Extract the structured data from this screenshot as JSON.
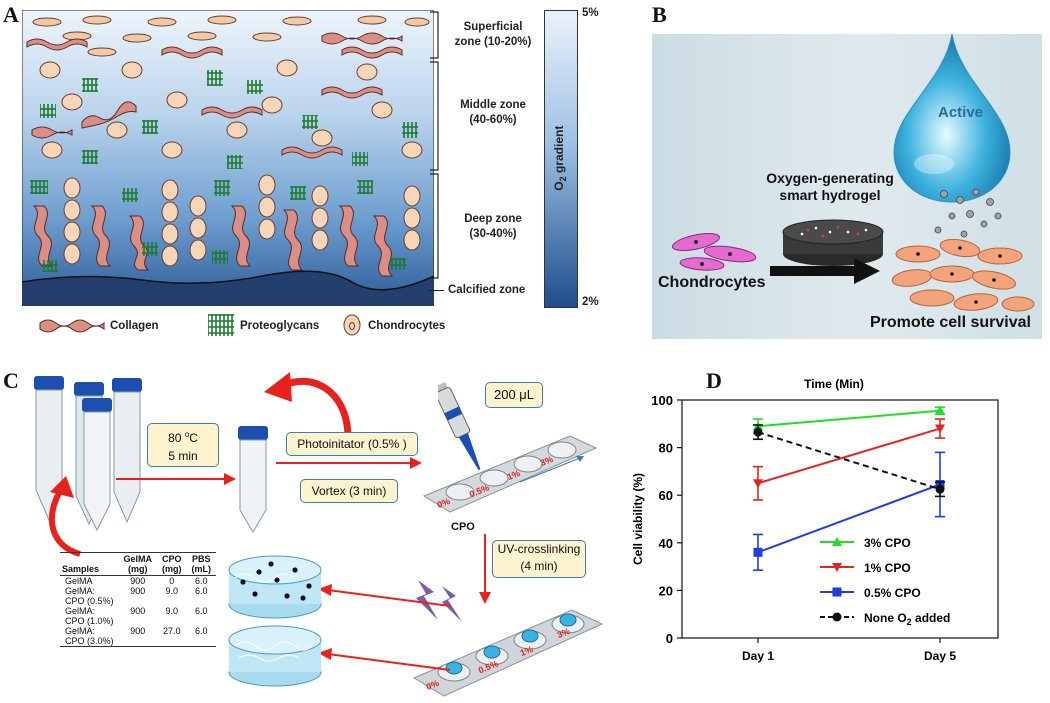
{
  "panels": {
    "a": {
      "label": "A",
      "zones": [
        {
          "name": "Superficial\nzone (10-20%)"
        },
        {
          "name": "Middle zone\n(40-60%)"
        },
        {
          "name": "Deep zone\n(30-40%)"
        },
        {
          "name": "Calcified zone"
        }
      ],
      "gradient": {
        "top": "5%",
        "bottom": "2%",
        "label": "O2 gradient",
        "label_main": "O",
        "label_sub": "2",
        "label_rest": " gradient"
      },
      "legend": [
        "Collagen",
        "Proteoglycans",
        "Chondrocytes"
      ]
    },
    "b": {
      "label": "B",
      "drop_label": "Active",
      "hydrogel_label": "Oxygen-generating\nsmart hydrogel",
      "cells_label": "Chondrocytes",
      "result_label": "Promote cell survival"
    },
    "c": {
      "label": "C",
      "step1": "80 °C\n5 min",
      "step1_line1": "80 ",
      "step1_sup": "o",
      "step1_unit": "C",
      "step1_line2": "5 min",
      "step2": "Photoinitator (0.5% )",
      "step3": "Vortex (3 min)",
      "volume": "200 μL",
      "cpo_label": "CPO",
      "uv_label": "UV-crosslinking\n(4 min)",
      "well_labels_top": [
        "0%",
        "0.5%",
        "1%",
        "3%"
      ],
      "well_labels_bottom": [
        "0%",
        "0.5%",
        "1%",
        "3%"
      ],
      "table": {
        "headers": [
          "Samples",
          "GelMA\n(mg)",
          "CPO\n(mg)",
          "PBS\n(mL)"
        ],
        "rows": [
          [
            "GelMA",
            "900",
            "0",
            "6.0"
          ],
          [
            "GelMA:\nCPO (0.5%)",
            "900",
            "9.0",
            "6.0"
          ],
          [
            "GelMA:\nCPO (1.0%)",
            "900",
            "9.0",
            "6.0"
          ],
          [
            "GelMA:\nCPO (3.0%)",
            "900",
            "27.0",
            "6.0"
          ]
        ]
      }
    },
    "d": {
      "label": "D"
    }
  },
  "chart_data": {
    "type": "line",
    "title": "Time (Min)",
    "xlabel": "",
    "ylabel": "Cell viability (%)",
    "categories": [
      "Day 1",
      "Day 5"
    ],
    "ylim": [
      0,
      100
    ],
    "yticks": [
      0,
      20,
      40,
      60,
      80,
      100
    ],
    "legend_position": "lower-center",
    "series": [
      {
        "name": "3% CPO",
        "values": [
          89,
          95.5
        ],
        "errors": [
          3,
          1.5
        ],
        "color": "#22dd22",
        "marker": "triangle-up",
        "dashed": false
      },
      {
        "name": "1% CPO",
        "values": [
          65,
          88
        ],
        "errors": [
          7,
          4
        ],
        "color": "#e8241f",
        "marker": "triangle-down",
        "dashed": false
      },
      {
        "name": "0.5% CPO",
        "values": [
          36,
          64.5
        ],
        "errors": [
          7.5,
          13.5
        ],
        "color": "#1f3fe0",
        "marker": "square",
        "dashed": false
      },
      {
        "name": "None O2 added",
        "name_main": "None O",
        "name_sub": "2",
        "name_rest": " added",
        "values": [
          86.5,
          62.5
        ],
        "errors": [
          3,
          3
        ],
        "color": "#111111",
        "marker": "circle",
        "dashed": true
      }
    ]
  }
}
